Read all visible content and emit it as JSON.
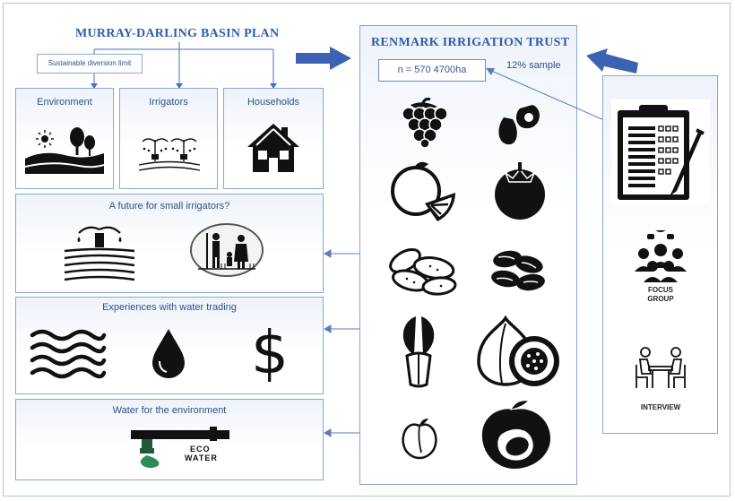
{
  "left": {
    "title": "MURRAY-DARLING BASIN PLAN",
    "diversion_label": "Sustainable diversion limit",
    "categories": [
      {
        "label": "Environment"
      },
      {
        "label": "Irrigators"
      },
      {
        "label": "Households"
      }
    ],
    "panels": [
      {
        "label": "A future for small irrigators?"
      },
      {
        "label": "Experiences with water trading"
      },
      {
        "label": "Water for the environment"
      }
    ],
    "eco_water_text": [
      "ECO",
      "WATER"
    ]
  },
  "right": {
    "title": "RENMARK IRRIGATION TRUST",
    "sample_text": "n = 570  4700ha",
    "sample_pct": "12% sample",
    "methods": [
      {
        "icon": "survey-clipboard-icon"
      },
      {
        "icon": "focus-group-icon",
        "label": "FOCUS GROUP"
      },
      {
        "icon": "interview-icon",
        "label": "INTERVIEW"
      }
    ],
    "crops": [
      "grapes-icon",
      "avocado-icon",
      "citrus-icon",
      "persimmon-icon",
      "almonds-icon",
      "dates-icon",
      "bok-choy-icon",
      "figs-icon",
      "peach-icon",
      "stone-fruit-icon"
    ]
  },
  "colors": {
    "arrow": "#3e62b3",
    "title": "#2f5bab",
    "border": "#8aa6cf"
  }
}
